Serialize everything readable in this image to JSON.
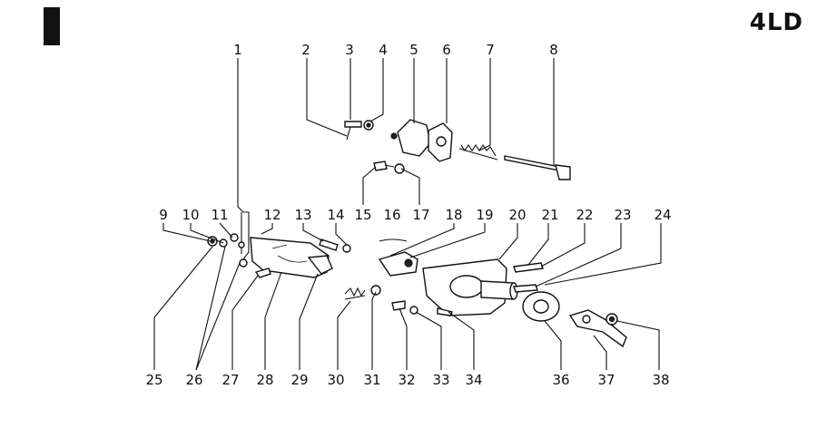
{
  "model": "4LD",
  "callouts": [
    "1",
    "2",
    "3",
    "4",
    "5",
    "6",
    "7",
    "8",
    "9",
    "10",
    "11",
    "12",
    "13",
    "14",
    "15",
    "16",
    "17",
    "18",
    "19",
    "20",
    "21",
    "22",
    "23",
    "24",
    "25",
    "26",
    "27",
    "28",
    "29",
    "30",
    "31",
    "32",
    "33",
    "34",
    "36",
    "37",
    "38"
  ]
}
